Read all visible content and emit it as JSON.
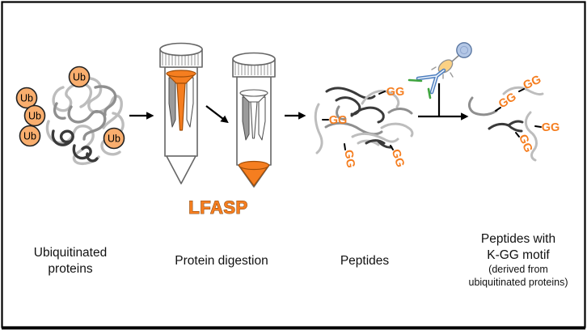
{
  "colors": {
    "orange": "#F57E20",
    "orange_dark": "#A24E08",
    "ub_fill": "#F9AE6E",
    "gray_light": "#BDBDBD",
    "gray_mid": "#8F8F8F",
    "gray_dark": "#3A3A3A",
    "antibody_blue": "#4D7EBF",
    "antibody_green": "#3FA53F",
    "bead_yellow": "#FBD184",
    "bead_blue": "#B3C7E6",
    "text": "#111111"
  },
  "art": {
    "ub_label": "Ub",
    "lfasp_label": "LFASP",
    "gg_label": "GG"
  },
  "captions": {
    "step1": [
      "Ubiquitinated",
      "proteins"
    ],
    "step2": "Protein digestion",
    "step3": "Peptides",
    "step4_main": [
      "Peptides with",
      "K-GG motif"
    ],
    "step4_sub": [
      "(derived from",
      "ubiquitinated proteins)"
    ]
  }
}
